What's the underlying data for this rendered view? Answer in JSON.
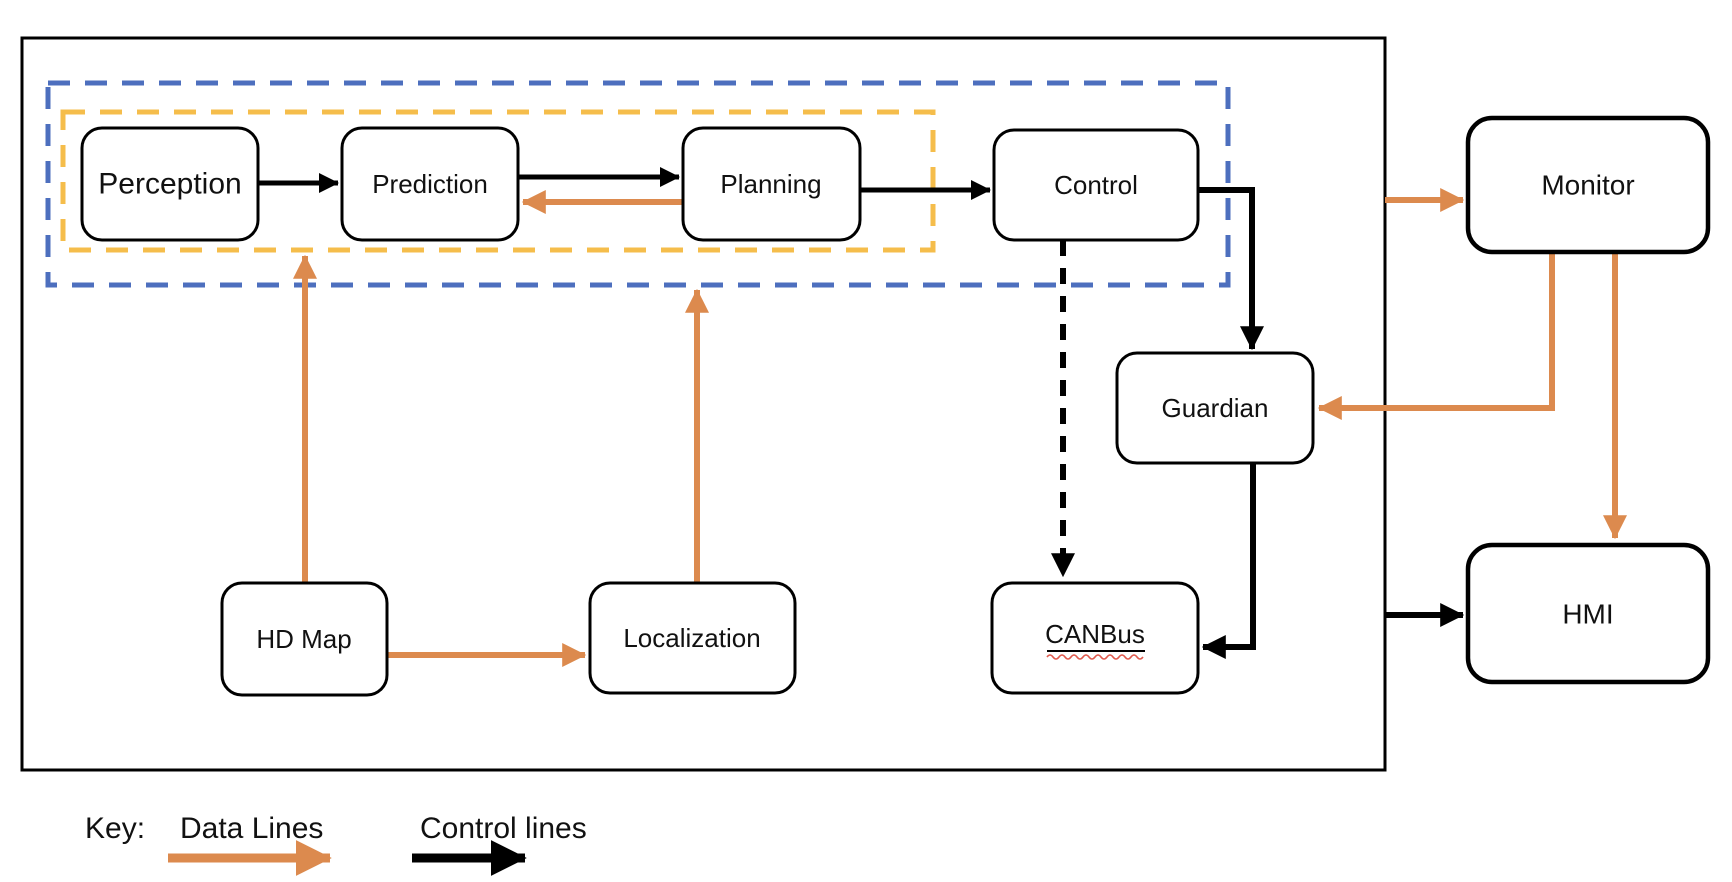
{
  "nodes": {
    "perception": "Perception",
    "prediction": "Prediction",
    "planning": "Planning",
    "control": "Control",
    "hd_map": "HD Map",
    "localization": "Localization",
    "canbus": "CANBus",
    "guardian": "Guardian",
    "monitor": "Monitor",
    "hmi": "HMI"
  },
  "key": {
    "label": "Key:",
    "data_lines_label": "Data Lines",
    "control_lines_label": "Control lines"
  },
  "colors": {
    "data_line_orange": "#DC8A4E",
    "control_line_black": "#000000",
    "outer_group_dash_blue": "#4D6FBE",
    "inner_group_dash_yellow": "#F5BD4B",
    "spellcheck_squiggle_red": "#E05A4E"
  }
}
